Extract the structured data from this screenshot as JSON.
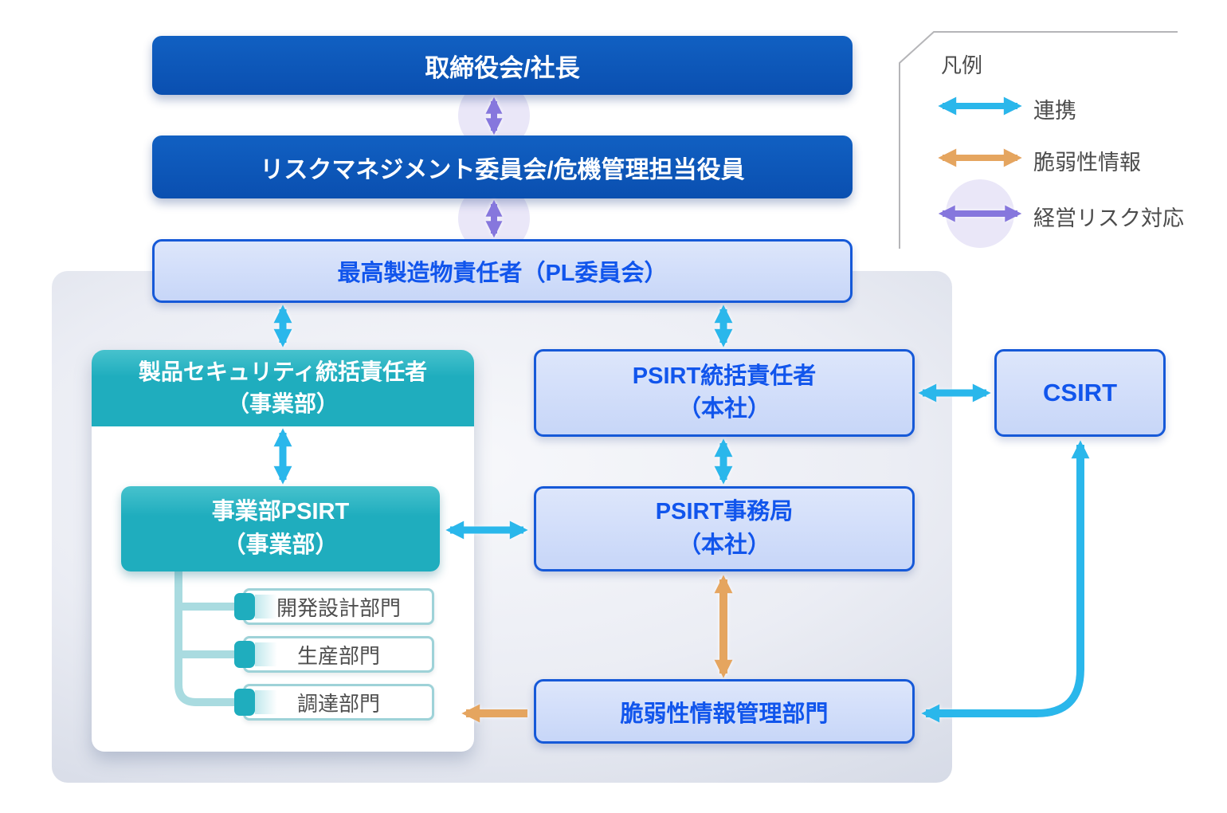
{
  "diagram": {
    "nodes": {
      "board": {
        "label": "取締役会/社長"
      },
      "risk_committee": {
        "label": "リスクマネジメント委員会/危機管理担当役員"
      },
      "pl_committee": {
        "label": "最高製造物責任者（PL委員会）"
      },
      "product_security_lead": {
        "line1": "製品セキュリティ統括責任者",
        "line2": "（事業部）"
      },
      "division_psirt": {
        "line1": "事業部PSIRT",
        "line2": "（事業部）"
      },
      "departments": [
        {
          "label": "開発設計部門"
        },
        {
          "label": "生産部門"
        },
        {
          "label": "調達部門"
        }
      ],
      "psirt_lead": {
        "line1": "PSIRT統括責任者",
        "line2": "（本社）"
      },
      "psirt_office": {
        "line1": "PSIRT事務局",
        "line2": "（本社）"
      },
      "vulnerability_info_dept": {
        "label": "脆弱性情報管理部門"
      },
      "csirt": {
        "label": "CSIRT"
      }
    },
    "legend": {
      "title": "凡例",
      "items": [
        {
          "label": "連携",
          "color": "#2bb7eb",
          "style": "double-arrow"
        },
        {
          "label": "脆弱性情報",
          "color": "#e5a55e",
          "style": "double-arrow"
        },
        {
          "label": "経営リスク対応",
          "color": "#8677dd",
          "style": "double-arrow-glow"
        }
      ]
    },
    "colors": {
      "dark_blue_box": "#0b52b4",
      "light_blue_fill": "#cdd9f8",
      "blue_border": "#1659d8",
      "blue_text": "#1155ec",
      "teal_box": "#1fadbe",
      "dept_border": "#9ed2d8",
      "tree_line": "#a9dbe0",
      "cyan_arrow": "#2bb7eb",
      "orange_arrow": "#e5a55e",
      "purple_arrow": "#8677dd",
      "glow_circle": "#eae7f8"
    }
  }
}
